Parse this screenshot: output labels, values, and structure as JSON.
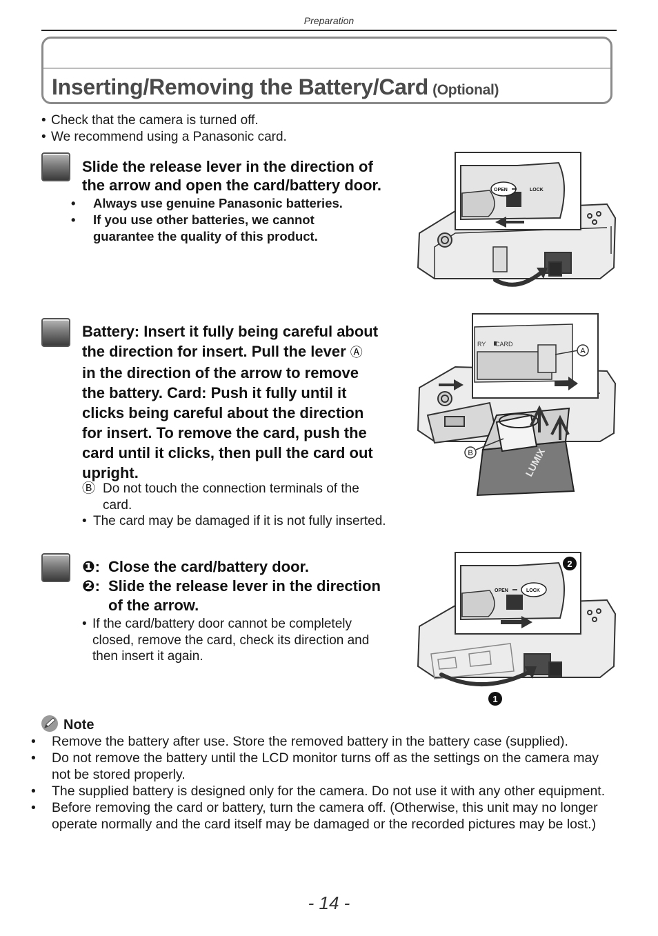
{
  "header": {
    "section": "Preparation"
  },
  "title": {
    "main": "Inserting/Removing the Battery/Card",
    "optional": "(Optional)"
  },
  "intro": [
    "Check that the camera is turned off.",
    "We recommend using a Panasonic card."
  ],
  "step1": {
    "heading_lines": [
      "Slide the release lever in the direction of",
      "the arrow and open the card/battery door."
    ],
    "notes": [
      "Always use genuine Panasonic batteries.",
      "If you use other batteries, we cannot",
      "guarantee the quality of this product."
    ],
    "figure": {
      "open": "OPEN",
      "lock": "LOCK"
    }
  },
  "step2": {
    "heading_lines": [
      "Battery: Insert it fully being careful about",
      "the direction for insert. Pull the lever",
      "in the direction of the arrow to remove",
      "the battery. Card: Push it fully until it",
      "clicks being careful about the direction",
      "for insert. To remove the card, push the",
      "card until it clicks, then pull the card out",
      "upright."
    ],
    "lever_ref": "Ⓐ",
    "note_ref": "Ⓑ",
    "note_b_lines": [
      "Do not touch the connection terminals of the",
      "card."
    ],
    "bullet": "The card may be damaged if it is not fully inserted.",
    "figure": {
      "label_a": "A",
      "label_b": "B",
      "card": "CARD",
      "ry": "RY",
      "brand": "LUMIX"
    }
  },
  "step3": {
    "line1_num": "❶:",
    "line1": "Close the card/battery door.",
    "line2_num": "❷:",
    "line2a": "Slide the release lever in the direction",
    "line2b": "of the arrow.",
    "bullet_lines": [
      "If the card/battery door cannot be completely",
      "closed, remove the card, check its direction and",
      "then insert it again."
    ],
    "figure": {
      "open": "OPEN",
      "lock": "LOCK",
      "num1": "1",
      "num2": "2"
    }
  },
  "note": {
    "label": "Note",
    "items": [
      "Remove the battery after use. Store the removed battery in the battery case (supplied).",
      "Do not remove the battery until the LCD monitor turns off as the settings on the camera may not be stored properly.",
      "The supplied battery is designed only for the camera. Do not use it with any other equipment.",
      "Before removing the card or battery, turn the camera off. (Otherwise, this unit may no longer operate normally and the card itself may be damaged or the recorded pictures may be lost.)"
    ]
  },
  "footer": {
    "page": "- 14 -"
  }
}
